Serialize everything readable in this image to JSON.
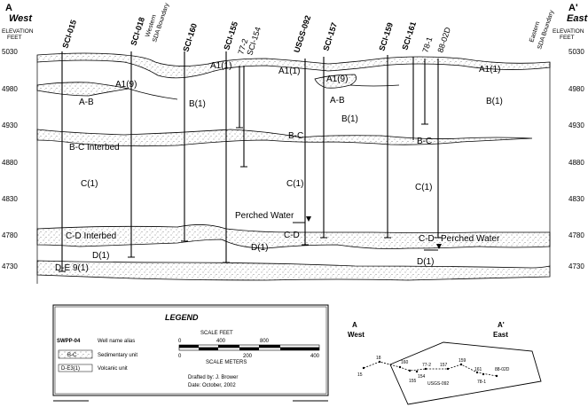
{
  "header": {
    "left_letter": "A",
    "left_dir": "West",
    "right_letter": "A'",
    "right_dir": "East",
    "elev_label_1": "ELEVATION",
    "elev_label_2": "FEET"
  },
  "elevations": [
    "5030",
    "4980",
    "4930",
    "4880",
    "4830",
    "4780",
    "4730"
  ],
  "wells": [
    "SCI-015",
    "SCI-018",
    "SCI-160",
    "SCI-155",
    "77-2",
    "SCI-154",
    "USGS-092",
    "SCI-157",
    "SCI-159",
    "SCI-161",
    "78-1",
    "88-02D"
  ],
  "boundaries": {
    "western_1": "Western",
    "western_2": "SDA Boundary",
    "eastern_1": "Eastern",
    "eastern_2": "SDA Boundary"
  },
  "units": {
    "a1_9_left": "A1(9)",
    "a1_1_a": "A1(1)",
    "a1_1_b": "A1(1)",
    "a1_9_mid": "A1(9)",
    "a1_1_right": "A1(1)",
    "ab_left": "A-B",
    "ab_mid": "A-B",
    "b1_left": "B(1)",
    "b1_mid": "B(1)",
    "b1_right": "B(1)",
    "bc_interbed": "B-C  Interbed",
    "bc_mid": "B-C",
    "bc_right": "B-C",
    "c1_left": "C(1)",
    "c1_mid": "C(1)",
    "c1_right": "C(1)",
    "perched_1": "Perched Water",
    "perched_2": "Perched Water",
    "cd_interbed": "C-D  Interbed",
    "cd_mid": "C-D",
    "cd_right": "C-D",
    "d1_left": "D(1)",
    "d1_mid": "D(1)",
    "d1_right": "D(1)",
    "de": "D-E 9(1)"
  },
  "legend": {
    "title": "LEGEND",
    "alias_code": "SWPP-04",
    "alias_desc": "Well name alias",
    "sed_code": "B-C",
    "sed_desc": "Sedimentary unit",
    "volc_code": "D-E3(1)",
    "volc_desc": "Volcanic unit",
    "scale_feet": "SCALE FEET",
    "feet_ticks": [
      "0",
      "400",
      "800"
    ],
    "meter_ticks": [
      "0",
      "200",
      "400"
    ],
    "scale_meters": "SCALE METERS",
    "drafted": "Drafted by:  J. Brower",
    "date": "Date:  October, 2002"
  },
  "map": {
    "a": "A",
    "west": "West",
    "a_prime": "A'",
    "east": "East",
    "well_labels": [
      "15",
      "18",
      "160",
      "154",
      "155",
      "77-2",
      "157",
      "USGS-092",
      "159",
      "161",
      "78-1",
      "88-02D"
    ]
  }
}
